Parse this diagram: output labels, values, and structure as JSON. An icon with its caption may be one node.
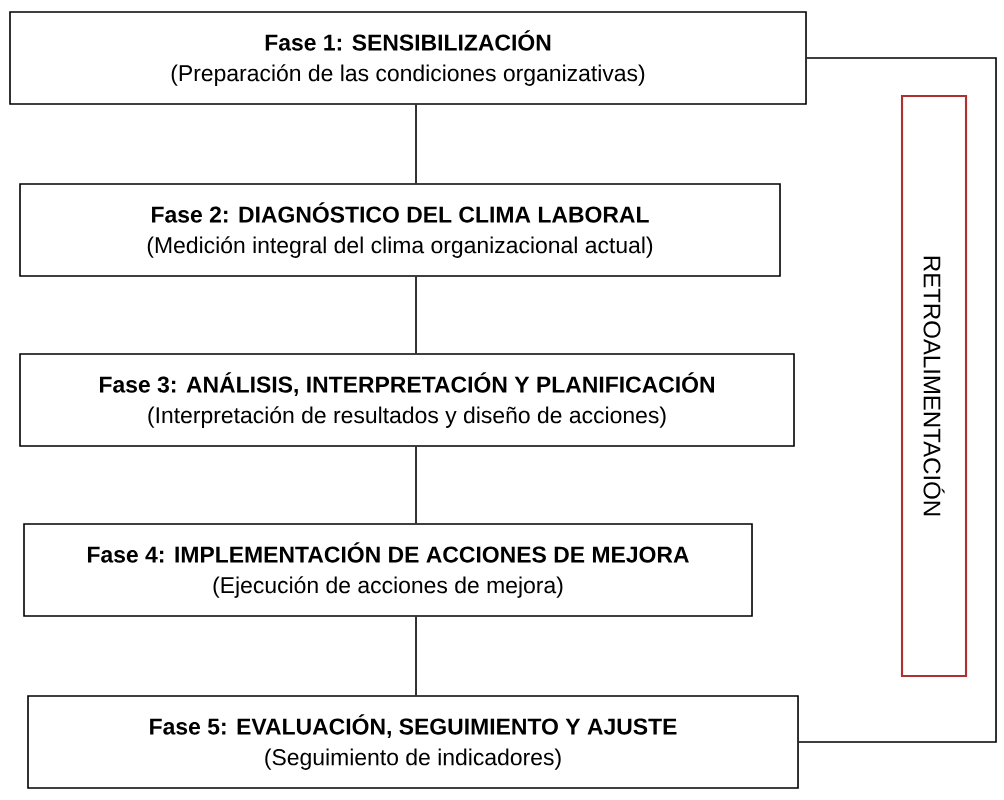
{
  "diagram": {
    "nodes": [
      {
        "text": [
          "Fase 1: SENSIBILIZACIÓN",
          "(Preparación de las condiciones organizativas)"
        ]
      },
      {
        "text": [
          "Fase 2: DIAGNÓSTICO DEL CLIMA LABORAL",
          "(Medición integral del clima organizacional actual)"
        ]
      },
      {
        "text": [
          "Fase 3: ANÁLISIS, INTERPRETACIÓN Y PLANIFICACIÓN",
          "(Interpretación de resultados y diseño de acciones)"
        ]
      },
      {
        "text": [
          "Fase 4: IMPLEMENTACIÓN DE ACCIONES DE MEJORA",
          "(Ejecución de acciones de mejora)"
        ]
      },
      {
        "text": [
          "Fase 5: EVALUACIÓN, SEGUIMIENTO Y AJUSTE",
          "(Seguimiento de indicadores)"
        ]
      },
      {
        "text": [
          "RETROALIMENTACIÓN"
        ]
      }
    ],
    "edges": [
      {
        "from": 0,
        "to": 1,
        "arrow": "none"
      },
      {
        "from": 1,
        "to": 2,
        "arrow": "none"
      },
      {
        "from": 2,
        "to": 3,
        "arrow": "none"
      },
      {
        "from": 3,
        "to": 4,
        "arrow": "none"
      },
      {
        "from": 0,
        "to": 4,
        "arrow": "none"
      }
    ]
  }
}
